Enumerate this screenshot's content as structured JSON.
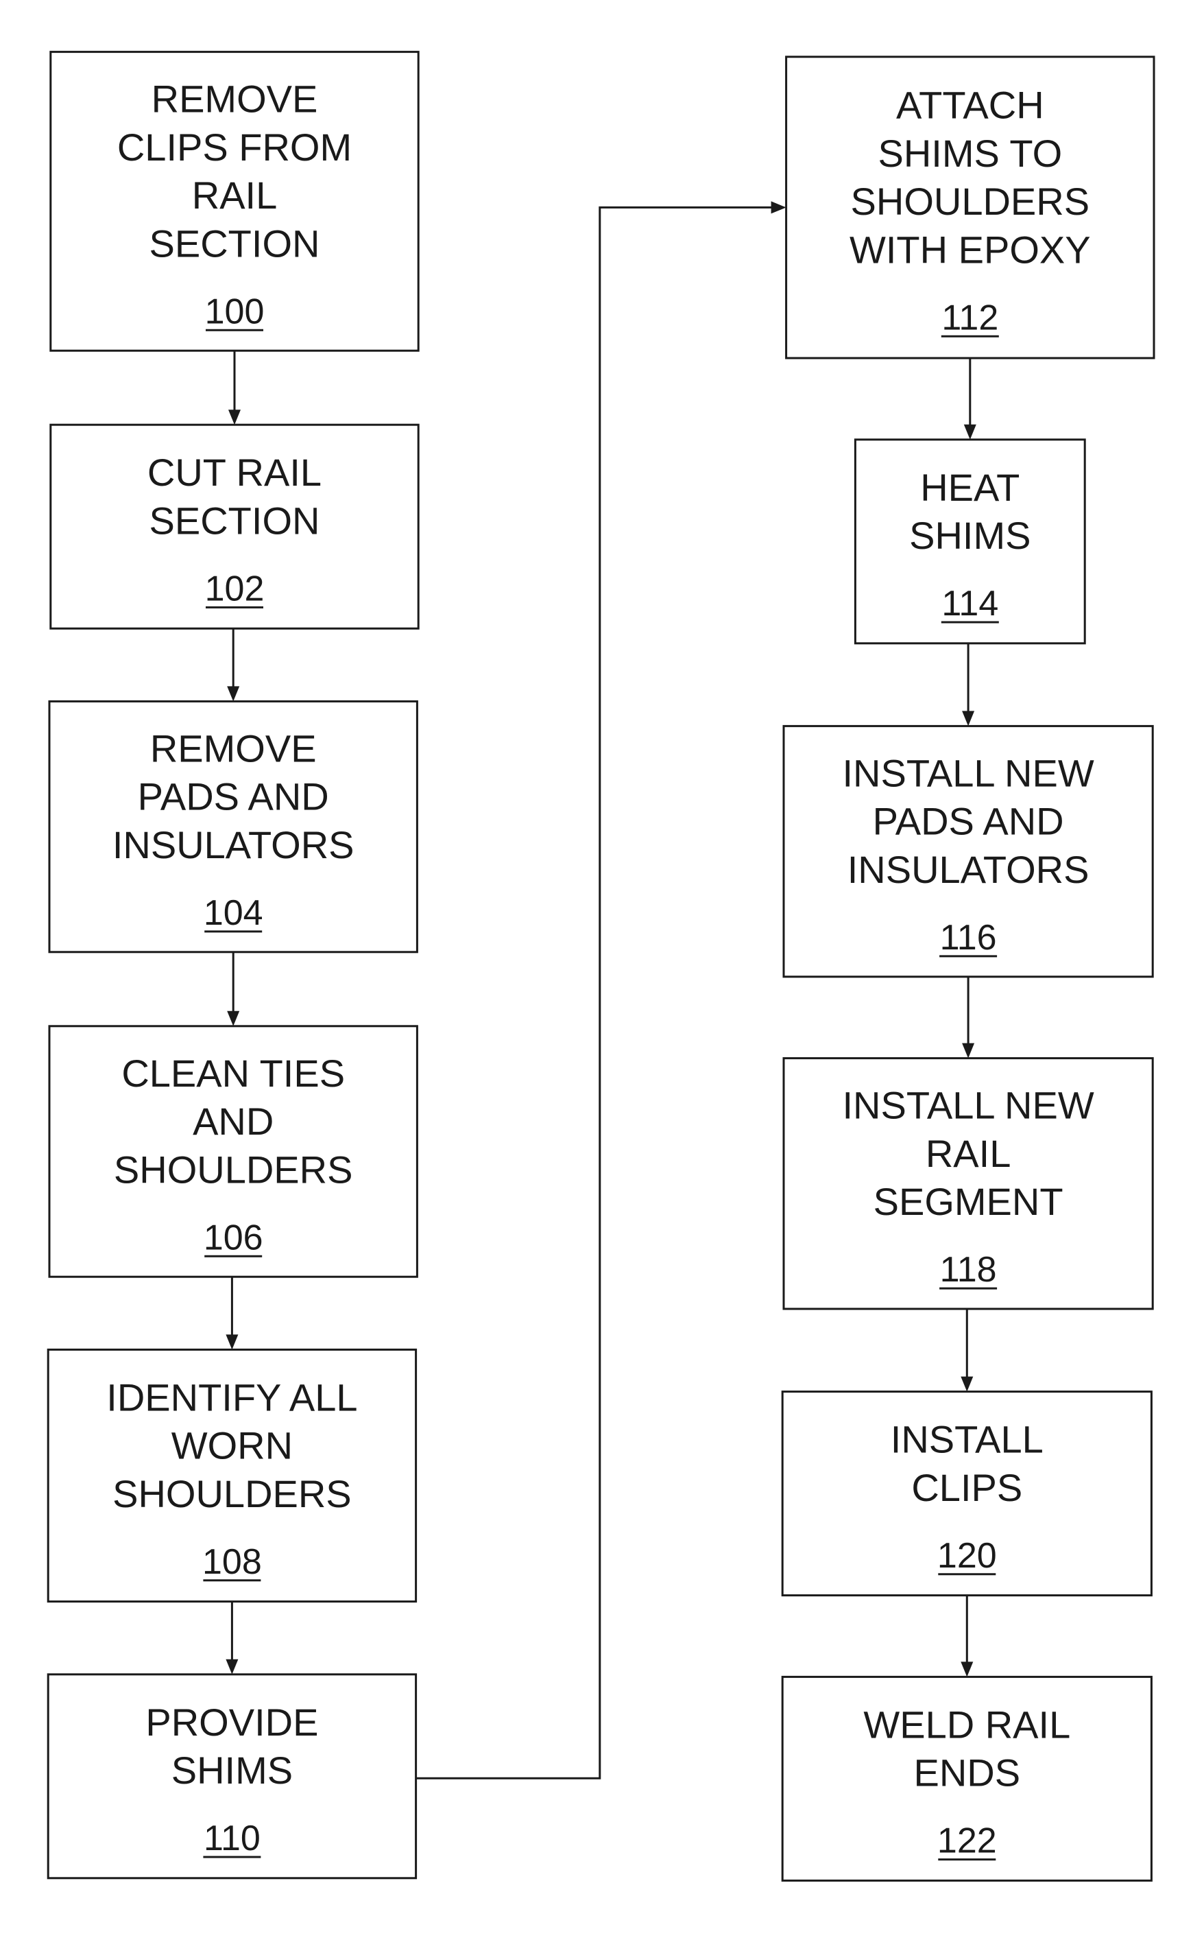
{
  "steps": [
    {
      "id": "100",
      "lines": [
        "REMOVE",
        "CLIPS FROM",
        "RAIL",
        "SECTION"
      ],
      "number": "100"
    },
    {
      "id": "102",
      "lines": [
        "CUT RAIL",
        "SECTION"
      ],
      "number": "102"
    },
    {
      "id": "104",
      "lines": [
        "REMOVE",
        "PADS AND",
        "INSULATORS"
      ],
      "number": "104"
    },
    {
      "id": "106",
      "lines": [
        "CLEAN TIES",
        "AND",
        "SHOULDERS"
      ],
      "number": "106"
    },
    {
      "id": "108",
      "lines": [
        "IDENTIFY ALL",
        "WORN",
        "SHOULDERS"
      ],
      "number": "108"
    },
    {
      "id": "110",
      "lines": [
        "PROVIDE",
        "SHIMS"
      ],
      "number": "110"
    },
    {
      "id": "112",
      "lines": [
        "ATTACH",
        "SHIMS TO",
        "SHOULDERS",
        "WITH EPOXY"
      ],
      "number": "112"
    },
    {
      "id": "114",
      "lines": [
        "HEAT",
        "SHIMS"
      ],
      "number": "114"
    },
    {
      "id": "116",
      "lines": [
        "INSTALL NEW",
        "PADS AND",
        "INSULATORS"
      ],
      "number": "116"
    },
    {
      "id": "118",
      "lines": [
        "INSTALL NEW",
        "RAIL",
        "SEGMENT"
      ],
      "number": "118"
    },
    {
      "id": "120",
      "lines": [
        "INSTALL",
        "CLIPS"
      ],
      "number": "120"
    },
    {
      "id": "122",
      "lines": [
        "WELD RAIL",
        "ENDS"
      ],
      "number": "122"
    }
  ],
  "edges": [
    {
      "from": "100",
      "to": "102"
    },
    {
      "from": "102",
      "to": "104"
    },
    {
      "from": "104",
      "to": "106"
    },
    {
      "from": "106",
      "to": "108"
    },
    {
      "from": "108",
      "to": "110"
    },
    {
      "from": "110",
      "to": "112"
    },
    {
      "from": "112",
      "to": "114"
    },
    {
      "from": "114",
      "to": "116"
    },
    {
      "from": "116",
      "to": "118"
    },
    {
      "from": "118",
      "to": "120"
    },
    {
      "from": "120",
      "to": "122"
    }
  ]
}
